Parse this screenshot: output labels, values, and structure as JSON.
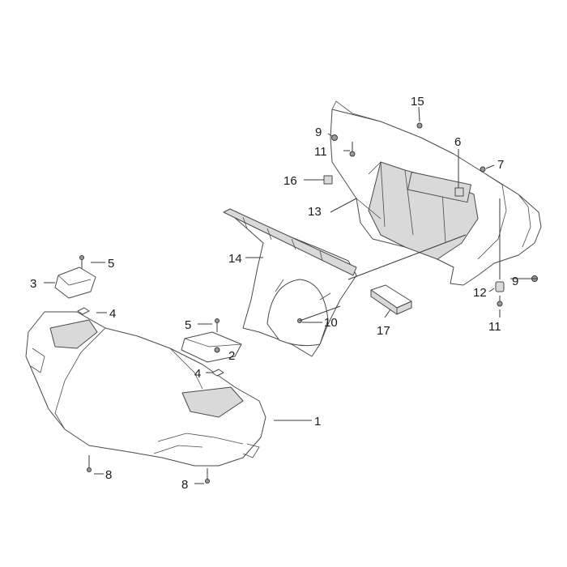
{
  "diagram": {
    "callouts": {
      "c1": "1",
      "c2": "2",
      "c3": "3",
      "c4a": "4",
      "c4b": "4",
      "c5a": "5",
      "c5b": "5",
      "c6": "6",
      "c7": "7",
      "c8a": "8",
      "c8b": "8",
      "c9a": "9",
      "c9b": "9",
      "c10": "10",
      "c11a": "11",
      "c11b": "11",
      "c12": "12",
      "c13": "13",
      "c14": "14",
      "c15": "15",
      "c16": "16",
      "c17": "17"
    }
  }
}
